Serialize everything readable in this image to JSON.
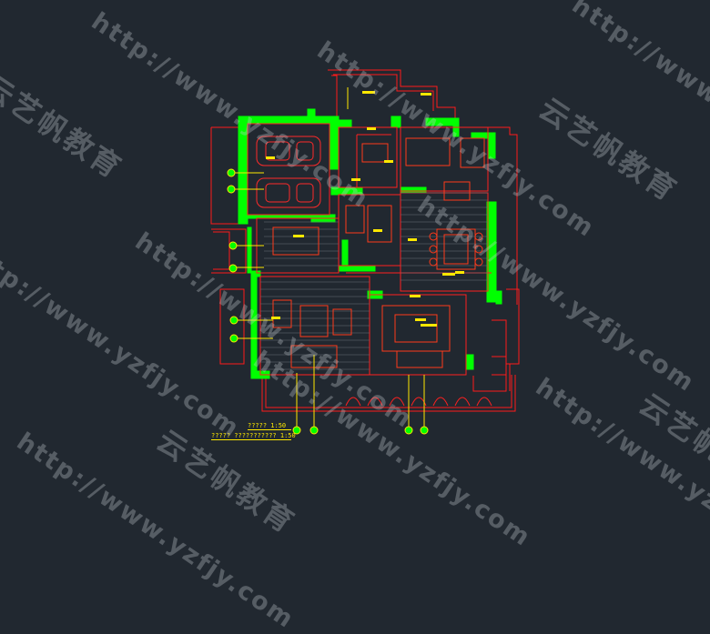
{
  "drawing": {
    "title_main": "?????  1:50",
    "title_sub": "????? ??????????? 1:50",
    "colors": {
      "background": "#212830",
      "wall": "#00ff00",
      "line": "#ff0000",
      "text": "#ffe800",
      "furniture": "#ff2a1a"
    }
  },
  "watermark": {
    "url": "http://www.yzfjy.com",
    "brand": "云艺帆教育"
  }
}
